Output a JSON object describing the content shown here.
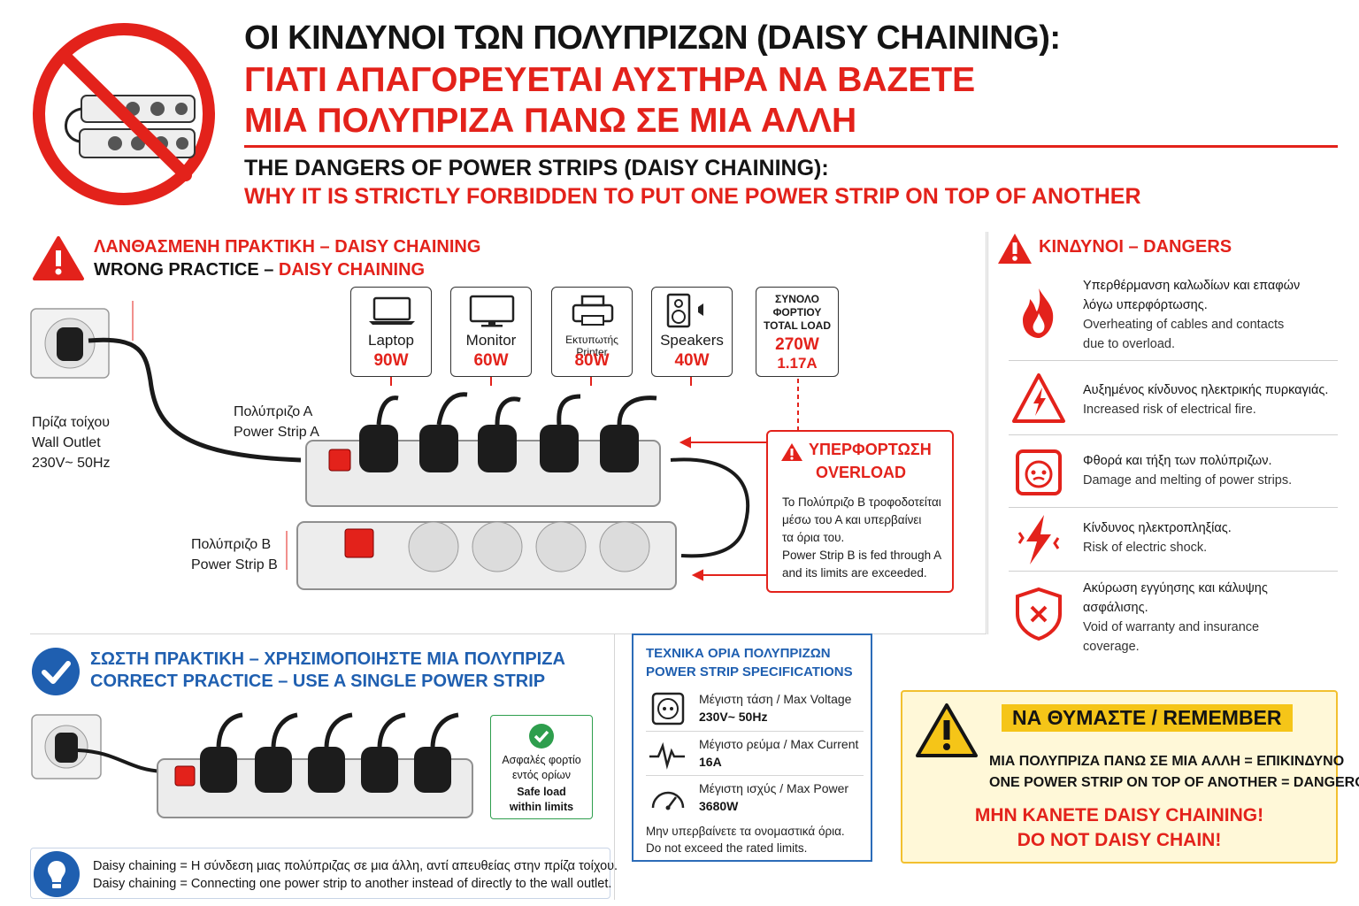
{
  "header": {
    "title_greek_line1": "ΟΙ ΚΙΝΔΥΝΟΙ ΤΩΝ ΠΟΛΥΠΡΙΖΩΝ (DAISY CHAINING):",
    "title_greek_line2": "ΓΙΑΤΙ ΑΠΑΓΟΡΕΥΕΤΑΙ ΑΥΣΤΗΡΑ ΝΑ ΒΑΖΕΤΕ",
    "title_greek_line3": "ΜΙΑ ΠΟΛΥΠΡΙΖΑ ΠΑΝΩ ΣΕ ΜΙΑ ΑΛΛΗ",
    "subtitle_english_line1": "THE DANGERS OF POWER STRIPS (DAISY CHAINING):",
    "subtitle_english_line2": "WHY IT IS STRICTLY FORBIDDEN TO PUT ONE POWER STRIP ON TOP OF ANOTHER"
  },
  "wrong_practice": {
    "heading_greek": "ΛΑΝΘΑΣΜΕΝΗ ΠΡΑΚΤΙΚΗ – DAISY CHAINING",
    "heading_english_prefix": "WRONG PRACTICE – ",
    "heading_english_highlight": "DAISY CHAINING",
    "wall_outlet": [
      "Πρίζα τοίχου",
      "Wall Outlet",
      "230V~ 50Hz"
    ],
    "strip_a": [
      "Πολύπριζο Α",
      "Power Strip A"
    ],
    "strip_b": [
      "Πολύπριζο Β",
      "Power Strip B"
    ],
    "devices": [
      {
        "label": "Laptop",
        "watts": "90W",
        "icon": "laptop-icon"
      },
      {
        "label": "Monitor",
        "watts": "60W",
        "icon": "monitor-icon"
      },
      {
        "label": "Εκτυπωτής Printer",
        "watts": "80W",
        "icon": "printer-icon"
      },
      {
        "label": "Speakers",
        "watts": "40W",
        "icon": "speaker-icon"
      }
    ],
    "total_load": {
      "label_greek_1": "ΣΥΝΟΛΟ",
      "label_greek_2": "ΦΟΡΤΙΟΥ",
      "label_english": "TOTAL LOAD",
      "watts": "270W",
      "amps": "1.17A"
    },
    "overload": {
      "title_greek": "ΥΠΕΡΦΟΡΤΩΣΗ",
      "title_english": "OVERLOAD",
      "text_greek_1": "Το Πολύπριζο Β τροφοδοτείται",
      "text_greek_2": "μέσω του Α και υπερβαίνει",
      "text_greek_3": "τα όρια του.",
      "text_english_1": "Power Strip B is fed through A",
      "text_english_2": "and its limits are exceeded."
    }
  },
  "dangers": {
    "heading": "ΚΙΝΔΥΝΟΙ – DANGERS",
    "items": [
      {
        "icon": "fire-icon",
        "greek_1": "Υπερθέρμανση καλωδίων και επαφών",
        "greek_2": "λόγω υπερφόρτωσης.",
        "english_1": "Overheating of cables and contacts",
        "english_2": "due to overload."
      },
      {
        "icon": "electrical-fire-icon",
        "greek_1": "Αυξημένος κίνδυνος ηλεκτρικής πυρκαγιάς.",
        "greek_2": "",
        "english_1": "Increased risk of electrical fire.",
        "english_2": ""
      },
      {
        "icon": "melting-socket-icon",
        "greek_1": "Φθορά και τήξη των πολύπριζων.",
        "greek_2": "",
        "english_1": "Damage and melting of power strips.",
        "english_2": ""
      },
      {
        "icon": "electric-shock-icon",
        "greek_1": "Κίνδυνος ηλεκτροπληξίας.",
        "greek_2": "",
        "english_1": "Risk of electric shock.",
        "english_2": ""
      },
      {
        "icon": "void-shield-icon",
        "greek_1": "Ακύρωση εγγύησης και κάλυψης",
        "greek_2": "ασφάλισης.",
        "english_1": "Void of warranty and insurance",
        "english_2": "coverage."
      }
    ]
  },
  "correct_practice": {
    "heading_greek": "ΣΩΣΤΗ ΠΡΑΚΤΙΚΗ – ΧΡΗΣΙΜΟΠΟΙΗΣΤΕ ΜΙΑ ΠΟΛΥΠΡΙΖΑ",
    "heading_english": "CORRECT PRACTICE – USE A SINGLE POWER STRIP",
    "safe_load": [
      "Ασφαλές φορτίο",
      "εντός ορίων",
      "Safe load",
      "within limits"
    ]
  },
  "definition": {
    "line1_term": "Daisy chaining",
    "line1_text": " = Η σύνδεση μιας πολύπριζας σε μια άλλη, αντί απευθείας στην πρίζα τοίχου.",
    "line2_term": "Daisy chaining",
    "line2_text": " = Connecting one power strip to another instead of directly to the wall outlet."
  },
  "specs": {
    "title_greek": "ΤΕΧΝΙΚΑ ΟΡΙΑ ΠΟΛΥΠΡΙΖΩΝ",
    "title_english": "POWER STRIP SPECIFICATIONS",
    "rows": [
      {
        "icon": "socket-icon",
        "label": "Μέγιστη τάση / Max Voltage",
        "value": "230V~ 50Hz"
      },
      {
        "icon": "current-wave-icon",
        "label": "Μέγιστο ρεύμα / Max Current",
        "value": "16A"
      },
      {
        "icon": "gauge-icon",
        "label": "Μέγιστη ισχύς / Max Power",
        "value": "3680W"
      }
    ],
    "note_greek": "Μην υπερβαίνετε τα ονομαστικά όρια.",
    "note_english": "Do not exceed the rated limits."
  },
  "remember": {
    "tag": "ΝΑ ΘΥΜΑΣΤΕ / REMEMBER",
    "line_greek": "ΜΙΑ ΠΟΛΥΠΡΙΖΑ ΠΑΝΩ ΣΕ ΜΙΑ ΑΛΛΗ = ΕΠΙΚΙΝΔΥΝΟ",
    "line_english": "ONE POWER STRIP ON TOP OF ANOTHER = DANGEROUS",
    "warning_greek": "ΜΗΝ ΚΑΝΕΤΕ DAISY CHAINING!",
    "warning_english": "DO NOT DAISY CHAIN!"
  },
  "colors": {
    "red": "#e3221b",
    "blue": "#1f5fb0",
    "green": "#2e9e4d",
    "yellow": "#f5c518"
  }
}
